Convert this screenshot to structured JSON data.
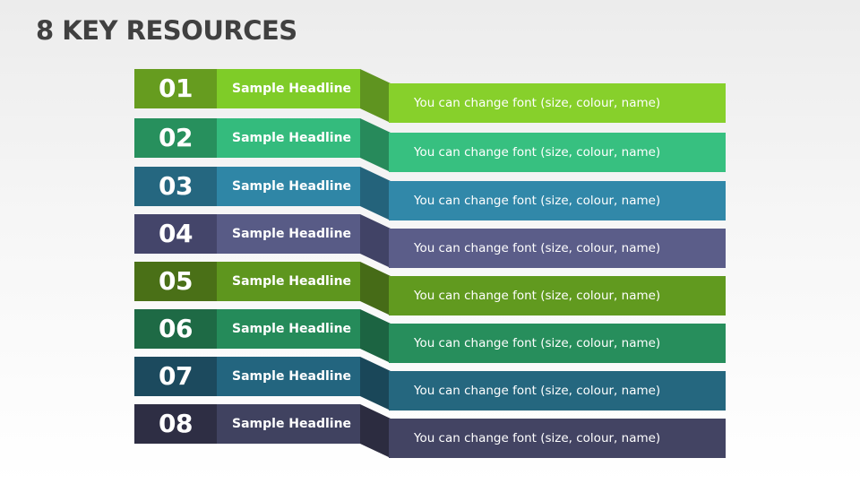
{
  "slide": {
    "title": "8 KEY RESOURCES"
  },
  "items": [
    {
      "number": "01",
      "headline": "Sample Headline",
      "description": "You can change font (size, colour, name)",
      "num_color": "#669c1f",
      "head_color": "#7fcc28",
      "fold_color": "#5f9420",
      "desc_color": "#87d02b"
    },
    {
      "number": "02",
      "headline": "Sample Headline",
      "description": "You can change font (size, colour, name)",
      "num_color": "#27905d",
      "head_color": "#34bb7d",
      "fold_color": "#278a5b",
      "desc_color": "#37c080"
    },
    {
      "number": "03",
      "headline": "Sample Headline",
      "description": "You can change font (size, colour, name)",
      "num_color": "#256780",
      "head_color": "#2f86a6",
      "fold_color": "#24637b",
      "desc_color": "#3188a9"
    },
    {
      "number": "04",
      "headline": "Sample Headline",
      "description": "You can change font (size, colour, name)",
      "num_color": "#44456a",
      "head_color": "#585b86",
      "fold_color": "#414366",
      "desc_color": "#5b5d89"
    },
    {
      "number": "05",
      "headline": "Sample Headline",
      "description": "You can change font (size, colour, name)",
      "num_color": "#4a7017",
      "head_color": "#5e961e",
      "fold_color": "#466b17",
      "desc_color": "#619a1f"
    },
    {
      "number": "06",
      "headline": "Sample Headline",
      "description": "You can change font (size, colour, name)",
      "num_color": "#1e6a45",
      "head_color": "#258b5a",
      "fold_color": "#1c6442",
      "desc_color": "#278e5c"
    },
    {
      "number": "07",
      "headline": "Sample Headline",
      "description": "You can change font (size, colour, name)",
      "num_color": "#1c4a5e",
      "head_color": "#23657f",
      "fold_color": "#1a4759",
      "desc_color": "#25677f"
    },
    {
      "number": "08",
      "headline": "Sample Headline",
      "description": "You can change font (size, colour, name)",
      "num_color": "#2e2e44",
      "head_color": "#404260",
      "fold_color": "#2c2c40",
      "desc_color": "#434463"
    }
  ]
}
